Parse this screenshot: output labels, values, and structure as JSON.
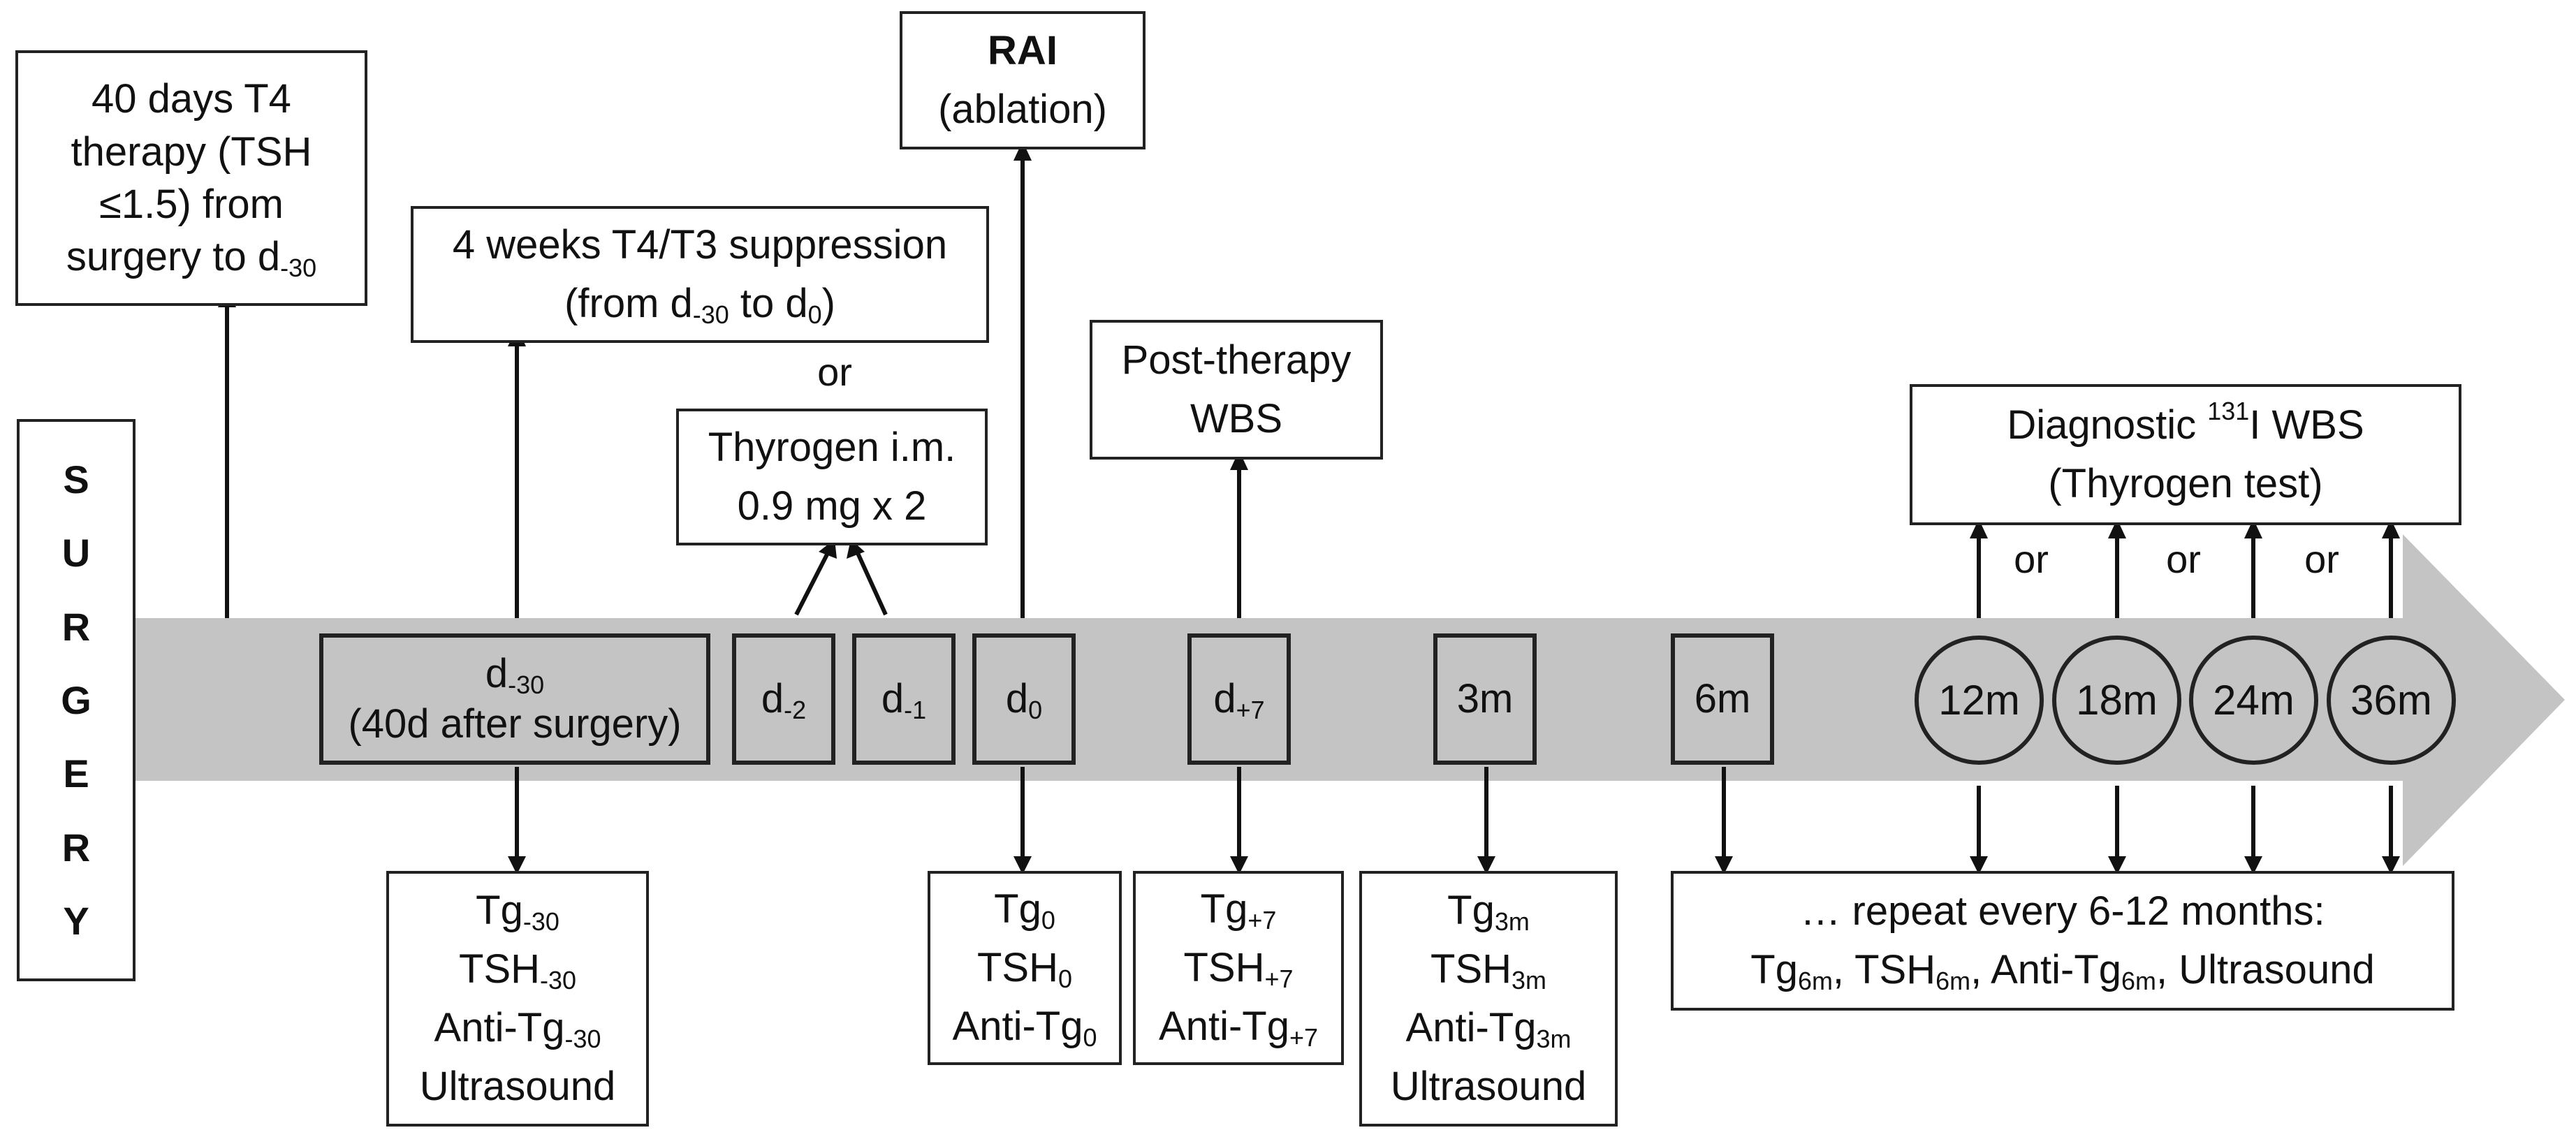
{
  "surgery": [
    "S",
    "U",
    "R",
    "G",
    "E",
    "R",
    "Y"
  ],
  "top": {
    "t4_therapy": [
      "40 days T4",
      "therapy (TSH",
      "≤1.5) from",
      "surgery to d",
      "-30"
    ],
    "suppression": [
      "4 weeks T4/T3 suppression",
      "(from d",
      "-30",
      " to d",
      "0",
      ")"
    ],
    "or_between": "or",
    "thyrogen": [
      "Thyrogen i.m.",
      "0.9 mg x 2"
    ],
    "rai": [
      "RAI",
      "(ablation)"
    ],
    "post_therapy": [
      "Post-therapy",
      "WBS"
    ],
    "diagnostic": [
      "Diagnostic ",
      "131",
      "I WBS",
      "(Thyrogen test)"
    ],
    "or_labels": [
      "or",
      "or",
      "or"
    ]
  },
  "timeline": {
    "d30": [
      "d",
      "-30",
      "(40d after surgery)"
    ],
    "d_2": [
      "d",
      "-2"
    ],
    "d_1": [
      "d",
      "-1"
    ],
    "d0": [
      "d",
      "0"
    ],
    "d7": [
      "d",
      "+7"
    ],
    "m3": "3m",
    "m6": "6m",
    "circles": [
      "12m",
      "18m",
      "24m",
      "36m"
    ]
  },
  "bottom": {
    "b30": {
      "tg": [
        "Tg",
        "-30"
      ],
      "tsh": [
        "TSH",
        "-30"
      ],
      "anti": [
        "Anti-Tg",
        "-30"
      ],
      "us": "Ultrasound"
    },
    "b0": {
      "tg": [
        "Tg",
        "0"
      ],
      "tsh": [
        "TSH",
        "0"
      ],
      "anti": [
        "Anti-Tg",
        "0"
      ]
    },
    "b7": {
      "tg": [
        "Tg",
        "+7"
      ],
      "tsh": [
        "TSH",
        "+7"
      ],
      "anti": [
        "Anti-Tg",
        "+7"
      ]
    },
    "b3m": {
      "tg": [
        "Tg",
        "3m"
      ],
      "tsh": [
        "TSH",
        "3m"
      ],
      "anti": [
        "Anti-Tg",
        "3m"
      ],
      "us": "Ultrasound"
    },
    "repeat": {
      "title": "… repeat every 6-12 months:",
      "items": [
        "Tg",
        "6m",
        ", TSH",
        "6m",
        ", Anti-Tg",
        "6m",
        ", Ultrasound"
      ]
    }
  },
  "colors": {
    "arrow_band": "#c4c4c4",
    "border": "#222222"
  }
}
